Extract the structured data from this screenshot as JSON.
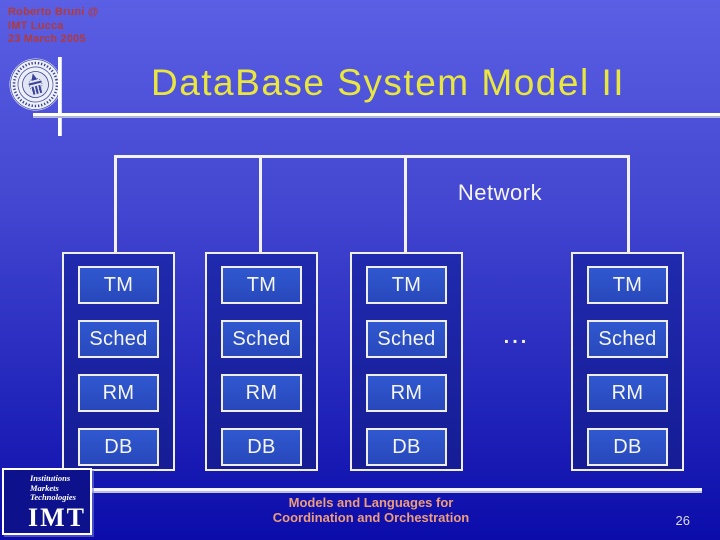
{
  "slide": {
    "author_lines": [
      "Roberto Bruni @",
      "IMT Lucca",
      "23 March 2005"
    ],
    "title": "DataBase System Model II",
    "page_number": "26"
  },
  "diagram": {
    "network_label": "Network",
    "ellipsis": "...",
    "columns": [
      {
        "boxes": [
          "TM",
          "Sched",
          "RM",
          "DB"
        ]
      },
      {
        "boxes": [
          "TM",
          "Sched",
          "RM",
          "DB"
        ]
      },
      {
        "boxes": [
          "TM",
          "Sched",
          "RM",
          "DB"
        ]
      },
      {
        "boxes": [
          "TM",
          "Sched",
          "RM",
          "DB"
        ]
      }
    ]
  },
  "footer": {
    "institute_lines": [
      "Institutions",
      "Markets",
      "Technologies"
    ],
    "institute_acronym": "IMT",
    "caption_lines": [
      "Models and Languages for",
      "Coordination and Orchestration"
    ]
  },
  "colors": {
    "background_top": "#5b5fe4",
    "background_bottom": "#0b0caa",
    "title_yellow": "#e9e73f",
    "author_red": "#b23a3a",
    "caption_orange": "#ee9d7b",
    "column_fill": "#1c26a9",
    "node_fill": "#2d54ca",
    "box_border": "#efeee0",
    "line_white": "#f2f2ea"
  }
}
